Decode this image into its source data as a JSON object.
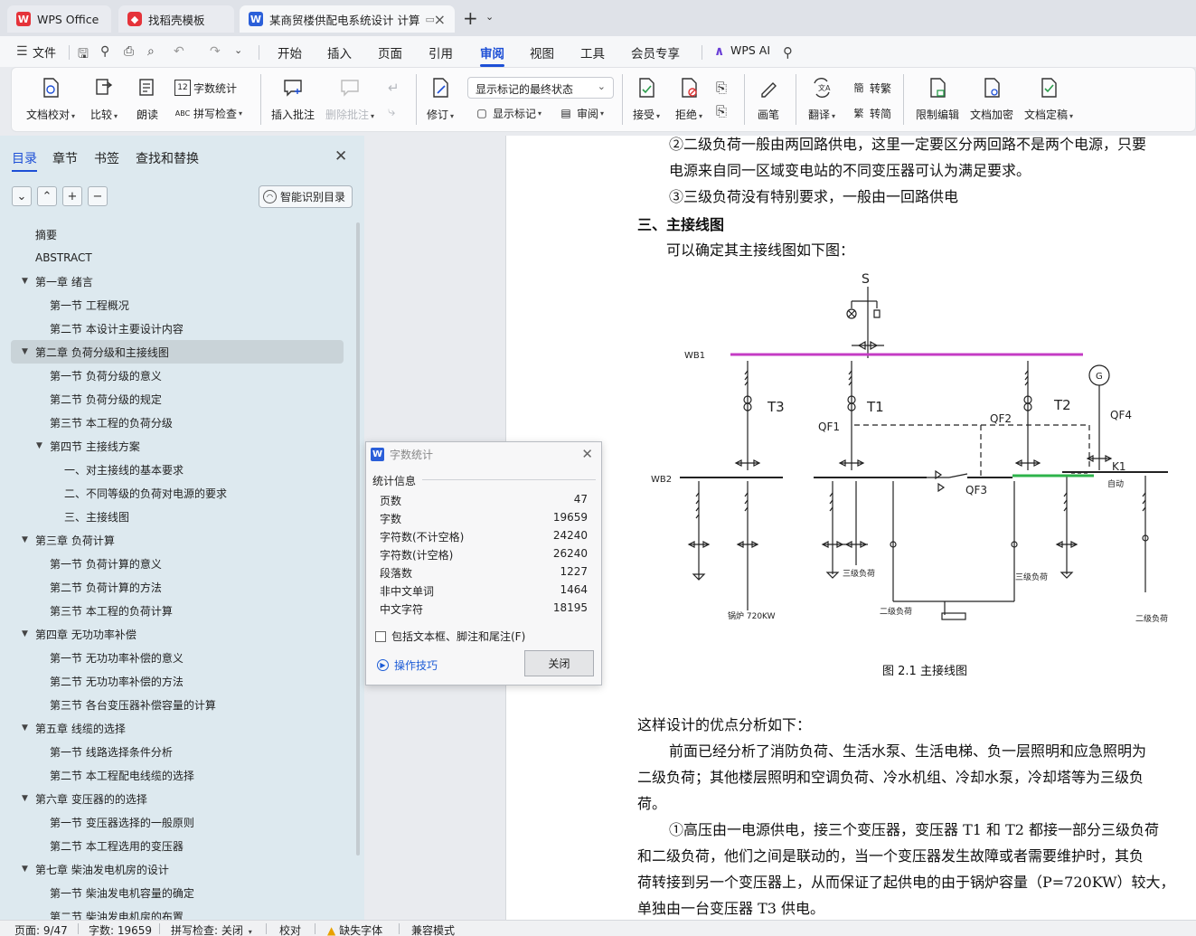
{
  "tabs": [
    {
      "label": "WPS Office",
      "active": false
    },
    {
      "label": "找稻壳模板",
      "active": false
    },
    {
      "label": "某商贸楼供配电系统设计 计算",
      "active": true
    }
  ],
  "menu": {
    "file": "文件",
    "items": [
      "开始",
      "插入",
      "页面",
      "引用",
      "审阅",
      "视图",
      "工具",
      "会员专享"
    ],
    "active": "审阅",
    "ai": "WPS AI"
  },
  "ribbon": {
    "proofread": "文档校对",
    "compare": "比较",
    "read_aloud": "朗读",
    "word_count": "字数统计",
    "spell_check": "拼写检查",
    "insert_comment": "插入批注",
    "delete_comment": "删除批注",
    "revise": "修订",
    "markup_state": "显示标记的最终状态",
    "show_markup": "显示标记",
    "review": "审阅",
    "accept": "接受",
    "reject": "拒绝",
    "pen": "画笔",
    "translate": "翻译",
    "to_traditional": "转繁",
    "to_simplified": "转简",
    "restrict_edit": "限制编辑",
    "encrypt": "文档加密",
    "finalize": "文档定稿"
  },
  "left_pane": {
    "tabs": [
      "目录",
      "章节",
      "书签",
      "查找和替换"
    ],
    "smart_toc": "智能识别目录",
    "toc": [
      {
        "text": "摘要",
        "level": 0,
        "expand": false
      },
      {
        "text": "ABSTRACT",
        "level": 0,
        "expand": false
      },
      {
        "text": "第一章  绪言",
        "level": 0,
        "expand": true
      },
      {
        "text": "第一节  工程概况",
        "level": 1,
        "expand": false
      },
      {
        "text": "第二节  本设计主要设计内容",
        "level": 1,
        "expand": false
      },
      {
        "text": "第二章  负荷分级和主接线图",
        "level": 0,
        "expand": true,
        "selected": true
      },
      {
        "text": "第一节  负荷分级的意义",
        "level": 1,
        "expand": false
      },
      {
        "text": "第二节  负荷分级的规定",
        "level": 1,
        "expand": false
      },
      {
        "text": "第三节  本工程的负荷分级",
        "level": 1,
        "expand": false
      },
      {
        "text": "第四节  主接线方案",
        "level": 1,
        "expand": true
      },
      {
        "text": "一、对主接线的基本要求",
        "level": 2,
        "expand": false
      },
      {
        "text": "二、不同等级的负荷对电源的要求",
        "level": 2,
        "expand": false
      },
      {
        "text": "三、主接线图",
        "level": 2,
        "expand": false
      },
      {
        "text": "第三章  负荷计算",
        "level": 0,
        "expand": true
      },
      {
        "text": "第一节  负荷计算的意义",
        "level": 1,
        "expand": false
      },
      {
        "text": "第二节  负荷计算的方法",
        "level": 1,
        "expand": false
      },
      {
        "text": "第三节  本工程的负荷计算",
        "level": 1,
        "expand": false
      },
      {
        "text": "第四章  无功功率补偿",
        "level": 0,
        "expand": true
      },
      {
        "text": "第一节  无功功率补偿的意义",
        "level": 1,
        "expand": false
      },
      {
        "text": "第二节  无功功率补偿的方法",
        "level": 1,
        "expand": false
      },
      {
        "text": "第三节  各台变压器补偿容量的计算",
        "level": 1,
        "expand": false
      },
      {
        "text": "第五章  线缆的选择",
        "level": 0,
        "expand": true
      },
      {
        "text": "第一节  线路选择条件分析",
        "level": 1,
        "expand": false
      },
      {
        "text": "第二节  本工程配电线缆的选择",
        "level": 1,
        "expand": false
      },
      {
        "text": "第六章  变压器的的选择",
        "level": 0,
        "expand": true
      },
      {
        "text": "第一节  变压器选择的一般原则",
        "level": 1,
        "expand": false
      },
      {
        "text": "第二节  本工程选用的变压器",
        "level": 1,
        "expand": false
      },
      {
        "text": "第七章  柴油发电机房的设计",
        "level": 0,
        "expand": true
      },
      {
        "text": "第一节  柴油发电机容量的确定",
        "level": 1,
        "expand": false
      },
      {
        "text": "第二节  柴油发电机房的布置",
        "level": 1,
        "expand": false
      }
    ]
  },
  "document": {
    "lines": [
      "②二级负荷一般由两回路供电，这里一定要区分两回路不是两个电源，只要",
      "电源来自同一区域变电站的不同变压器可认为满足要求。",
      "③三级负荷没有特别要求，一般由一回路供电",
      "三、主接线图",
      "可以确定其主接线图如下图：",
      "这样设计的优点分析如下：",
      "前面已经分析了消防负荷、生活水泵、生活电梯、负一层照明和应急照明为",
      "二级负荷；其他楼层照明和空调负荷、冷水机组、冷却水泵，冷却塔等为三级负",
      "荷。",
      "①高压由一电源供电，接三个变压器，变压器 T1 和 T2 都接一部分三级负荷",
      "和二级负荷，他们之间是联动的，当一个变压器发生故障或者需要维护时，其负",
      "荷转接到另一个变压器上，从而保证了起供电的由于锅炉容量（P=720KW）较大，",
      "单独由一台变压器 T3 供电。"
    ],
    "caption": "图 2.1  主接线图",
    "diagram_labels": {
      "S": "S",
      "WB1": "WB1",
      "WB2": "WB2",
      "T3": "T3",
      "T1": "T1",
      "T2": "T2",
      "QF1": "QF1",
      "QF2": "QF2",
      "QF3": "QF3",
      "QF4": "QF4",
      "K1": "K1",
      "G": "G",
      "auto": "自动",
      "boiler": "锅炉 720KW",
      "level3_a": "三级负荷",
      "level3_b": "三级负荷",
      "level2_a": "二级负荷",
      "level2_b": "二级负荷"
    }
  },
  "dialog": {
    "title": "字数统计",
    "group": "统计信息",
    "rows": [
      {
        "label": "页数",
        "value": "47"
      },
      {
        "label": "字数",
        "value": "19659"
      },
      {
        "label": "字符数(不计空格)",
        "value": "24240"
      },
      {
        "label": "字符数(计空格)",
        "value": "26240"
      },
      {
        "label": "段落数",
        "value": "1227"
      },
      {
        "label": "非中文单词",
        "value": "1464"
      },
      {
        "label": "中文字符",
        "value": "18195"
      }
    ],
    "include_check": "包括文本框、脚注和尾注(F)",
    "tips": "操作技巧",
    "close": "关闭"
  },
  "status": {
    "page": "页面: 9/47",
    "words": "字数: 19659",
    "spell": "拼写检查: 关闭",
    "proof": "校对",
    "missing_font": "缺失字体",
    "compat": "兼容模式"
  },
  "colors": {
    "accent": "#1d4fd6",
    "busbar_wb1": "#c43cc4",
    "busbar_green": "#2db34a",
    "nav_bg": "#dde9ef"
  }
}
